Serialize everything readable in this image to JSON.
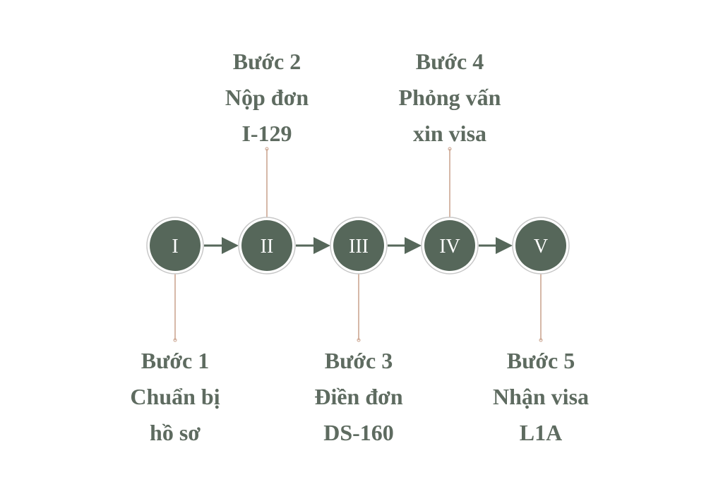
{
  "colors": {
    "node": "#56675a",
    "ring": "#c8c8c8",
    "connector": "#c9a08a",
    "arrow": "#56675a",
    "text": "#5e6b60"
  },
  "steps": [
    {
      "numeral": "I",
      "lines": [
        "Bước 1",
        "Chuẩn bị",
        "hồ sơ"
      ],
      "side": "bottom"
    },
    {
      "numeral": "II",
      "lines": [
        "Bước 2",
        "Nộp đơn",
        "I-129"
      ],
      "side": "top"
    },
    {
      "numeral": "III",
      "lines": [
        "Bước 3",
        "Điền đơn",
        "DS-160"
      ],
      "side": "bottom"
    },
    {
      "numeral": "IV",
      "lines": [
        "Bước 4",
        "Phỏng vấn",
        "xin visa"
      ],
      "side": "top"
    },
    {
      "numeral": "V",
      "lines": [
        "Bước 5",
        "Nhận visa",
        "L1A"
      ],
      "side": "bottom"
    }
  ]
}
